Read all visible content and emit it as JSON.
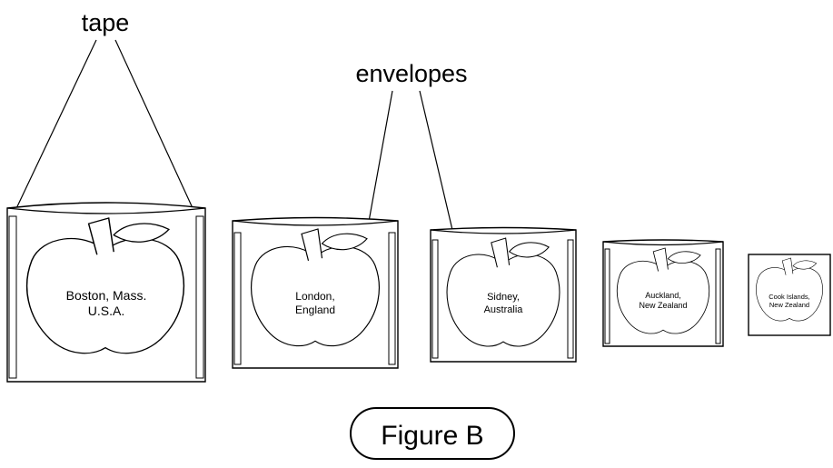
{
  "labels": {
    "tape": "tape",
    "envelopes": "envelopes",
    "figure_caption": "Figure B"
  },
  "envelopes": [
    {
      "line1": "Boston, Mass.",
      "line2": "U.S.A."
    },
    {
      "line1": "London,",
      "line2": "England"
    },
    {
      "line1": "Sidney,",
      "line2": "Australia"
    },
    {
      "line1": "Auckland,",
      "line2": "New Zealand"
    },
    {
      "line1": "Cook Islands,",
      "line2": "New Zealand"
    }
  ]
}
